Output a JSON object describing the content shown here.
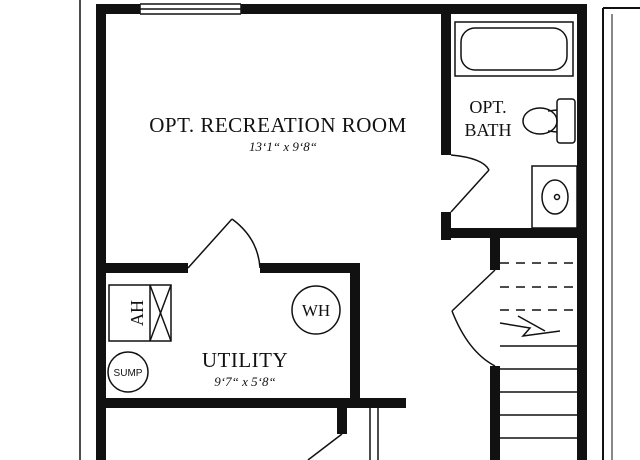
{
  "rooms": {
    "recreation": {
      "name": "OPT. RECREATION ROOM",
      "dims": "13‘1“ x 9‘8“"
    },
    "bath": {
      "line1": "OPT.",
      "line2": "BATH"
    },
    "utility": {
      "name": "UTILITY",
      "dims": "9‘7“ x 5‘8“"
    }
  },
  "fixtures": {
    "water_heater": "WH",
    "sump": "SUMP",
    "air_handler": "AH"
  },
  "colors": {
    "wall": "#111111",
    "background": "#ffffff"
  }
}
